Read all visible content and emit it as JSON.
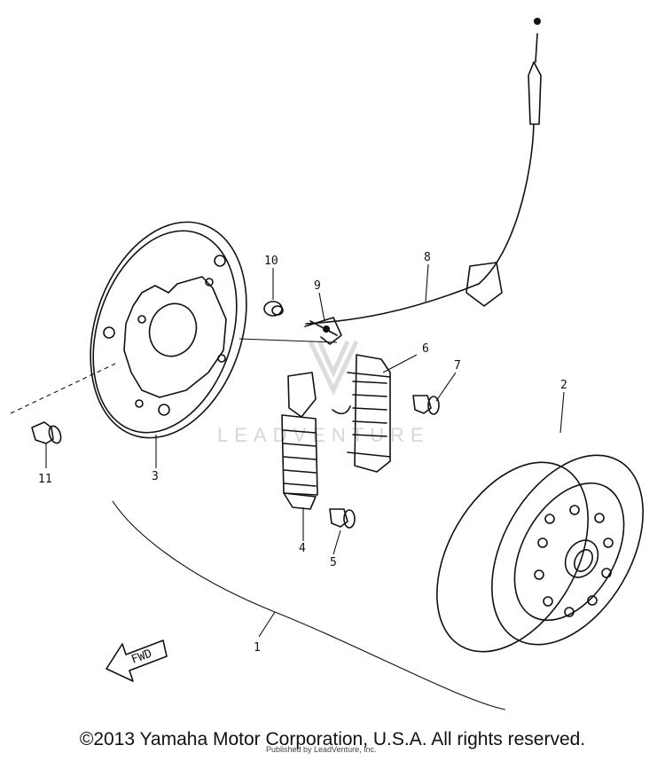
{
  "diagram": {
    "callouts": {
      "c1": "1",
      "c2": "2",
      "c3": "3",
      "c4": "4",
      "c5": "5",
      "c6": "6",
      "c7": "7",
      "c8": "8",
      "c9": "9",
      "c10": "10",
      "c11": "11"
    },
    "fwd_label": "FWD",
    "watermark": "LEADVENTURE",
    "watermark_small": "Published by LeadVenture, Inc."
  },
  "footer": {
    "copyright": "©2013 Yamaha Motor Corporation, U.S.A. All rights reserved."
  }
}
